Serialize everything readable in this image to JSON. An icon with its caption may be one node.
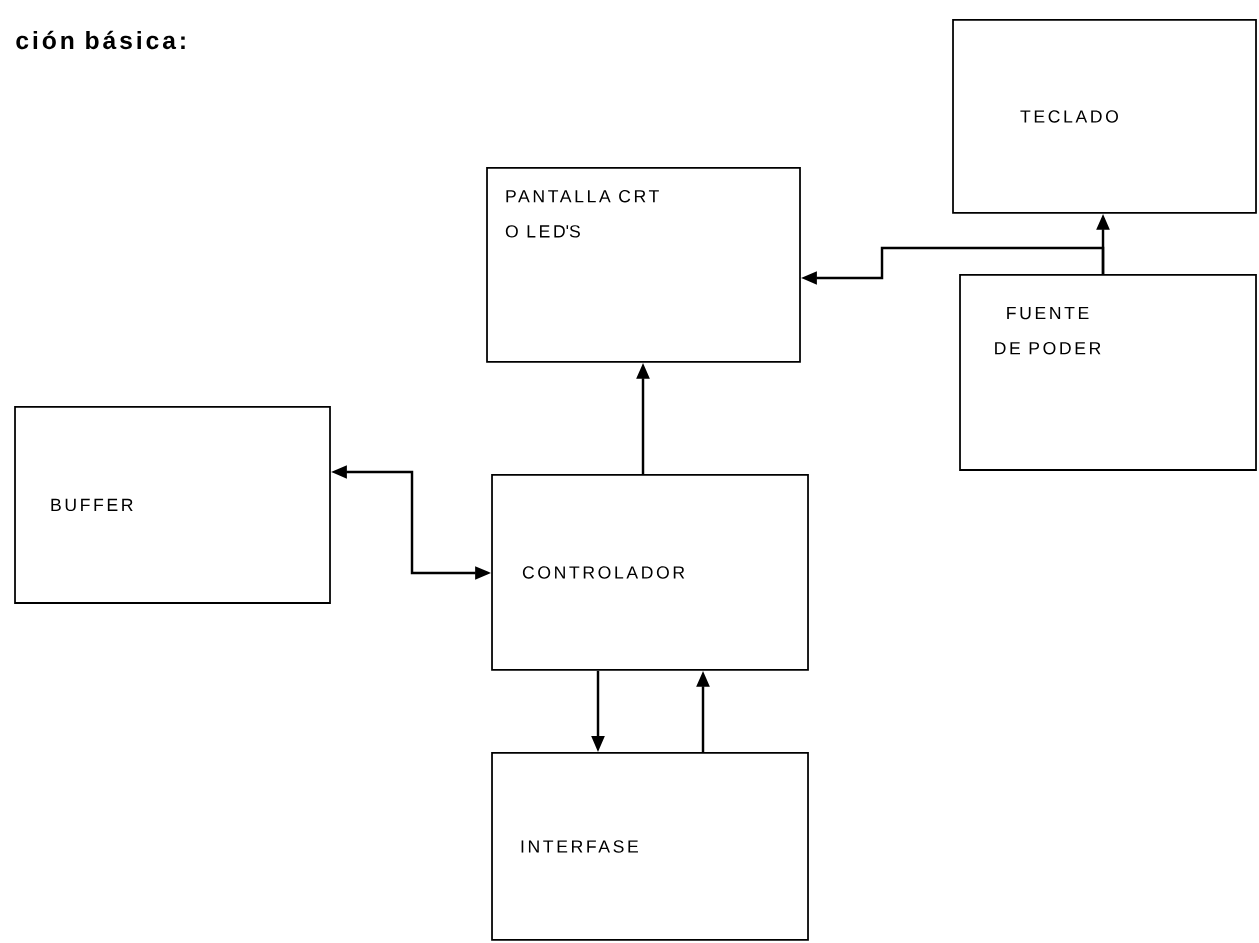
{
  "diagram": {
    "title": "ción básica:",
    "nodes": [
      {
        "text": [
          "TECLADO"
        ]
      },
      {
        "text": [
          "PANTALLA CRT O LED'S"
        ]
      },
      {
        "text": [
          "FUENTE DE PODER"
        ]
      },
      {
        "text": [
          "BUFFER"
        ]
      },
      {
        "text": [
          "CONTROLADOR"
        ]
      },
      {
        "text": [
          "INTERFASE"
        ]
      }
    ],
    "edges": [
      {
        "from": 2,
        "to": 0,
        "arrow": "to"
      },
      {
        "from": 2,
        "to": 1,
        "arrow": "to"
      },
      {
        "from": 3,
        "to": 4,
        "arrow": "both"
      },
      {
        "from": 4,
        "to": 1,
        "arrow": "to"
      },
      {
        "from": 4,
        "to": 5,
        "arrow": "to"
      },
      {
        "from": 5,
        "to": 4,
        "arrow": "to"
      }
    ]
  }
}
